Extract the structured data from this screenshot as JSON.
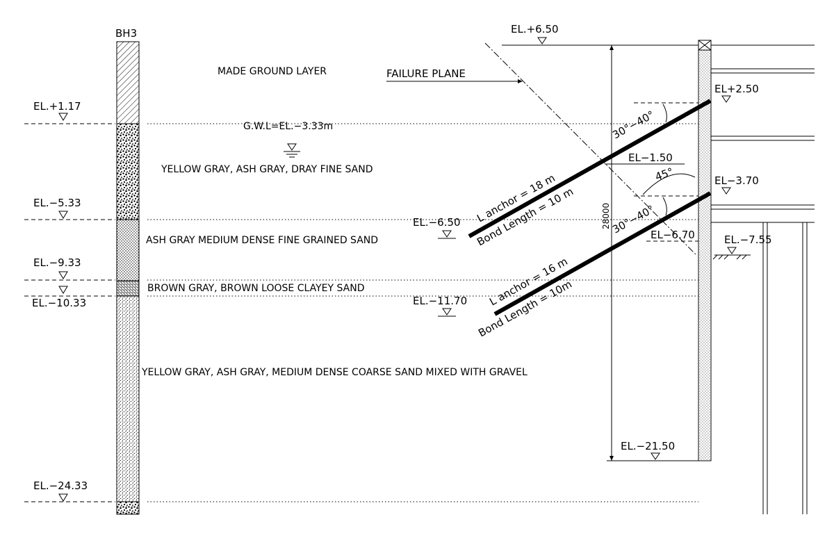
{
  "borehole": {
    "label": "BH3"
  },
  "elevations_left": [
    {
      "id": "el-1-17",
      "label": "EL.+1.17"
    },
    {
      "id": "el-5-33",
      "label": "EL.−5.33"
    },
    {
      "id": "el-9-33",
      "label": "EL.−9.33"
    },
    {
      "id": "el-10-33",
      "label": "EL.−10.33"
    },
    {
      "id": "el-24-33",
      "label": "EL.−24.33"
    }
  ],
  "layers": [
    {
      "id": "made-ground",
      "label": "MADE GROUND LAYER"
    },
    {
      "id": "yellow-gray-fine-sand",
      "label": "YELLOW GRAY, ASH GRAY, DRAY FINE SAND"
    },
    {
      "id": "ash-gray-medium-dense",
      "label": "ASH GRAY MEDIUM DENSE FINE GRAINED SAND"
    },
    {
      "id": "brown-gray-clayey",
      "label": "BROWN GRAY, BROWN LOOSE CLAYEY SAND"
    },
    {
      "id": "yellow-gray-coarse-sand",
      "label": "YELLOW GRAY, ASH GRAY, MEDIUM DENSE COARSE SAND MIXED WITH GRAVEL"
    }
  ],
  "gwl": {
    "label": "G.W.L=EL.−3.33m"
  },
  "failure_plane": {
    "label": "FAILURE PLANE"
  },
  "elevations_right": {
    "top": "EL.+6.50",
    "el_2_50": "EL+2.50",
    "el_1_50": "EL−1.50",
    "el_3_70": "EL−3.70",
    "el_6_50": "EL.−6.50",
    "el_6_70": "EL−6.70",
    "el_7_55": "EL.−7.55",
    "el_11_70": "EL.−11.70",
    "el_21_50": "EL.−21.50"
  },
  "dimension": {
    "label": "28000"
  },
  "angles": {
    "upper": "30°−40°",
    "lower": "30°−40°",
    "failure": "45°"
  },
  "anchors": {
    "upper_length": "L anchor = 18 m",
    "upper_bond": "Bond Length = 10 m",
    "lower_length": "L anchor = 16 m",
    "lower_bond": "Bond Length = 10m"
  }
}
